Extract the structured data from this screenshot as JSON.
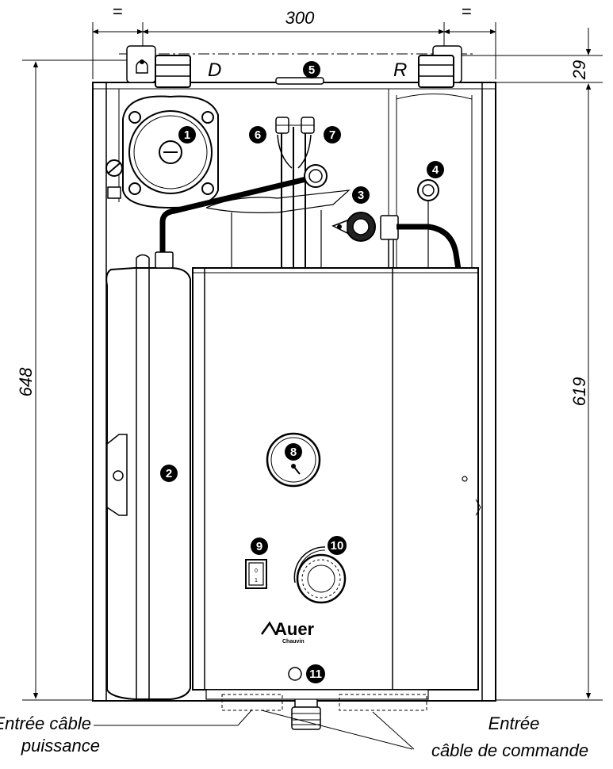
{
  "dimensions": {
    "width": "300",
    "equal_left": "=",
    "equal_right": "=",
    "height_total": "648",
    "height_body": "619",
    "top_offset": "29"
  },
  "connections": {
    "departure": "D",
    "return": "R"
  },
  "badges": [
    "1",
    "2",
    "3",
    "4",
    "5",
    "6",
    "7",
    "8",
    "9",
    "10",
    "11"
  ],
  "captions": {
    "power_cable_line1": "Entrée câble",
    "power_cable_line2": "puissance",
    "control_cable_line1": "Entrée",
    "control_cable_line2": "câble de commande"
  },
  "logo": {
    "brand": "Auer",
    "sub": "Chauvin"
  },
  "switch_marks": [
    "0",
    "1"
  ]
}
